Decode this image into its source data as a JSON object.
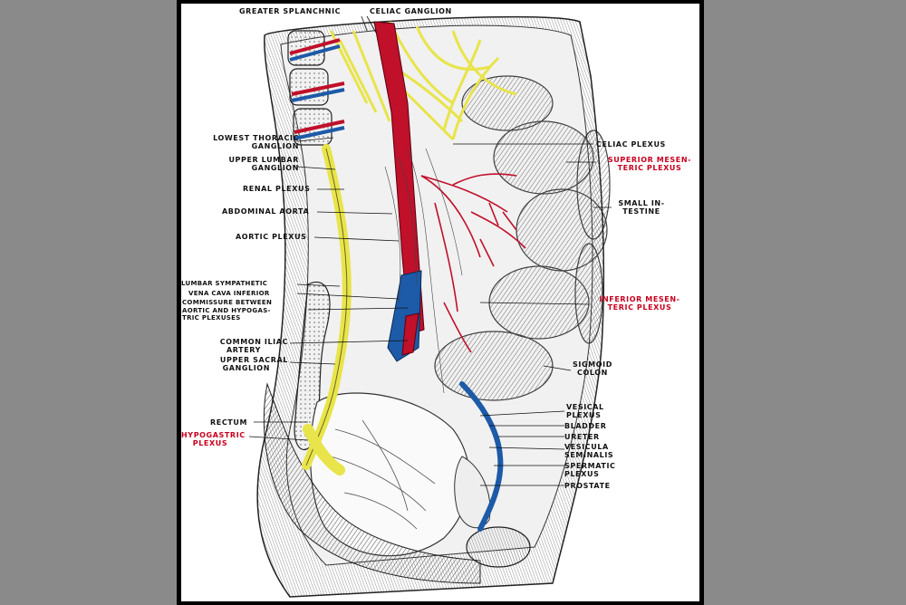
{
  "labels": {
    "greater_splanchnic": "GREATER SPLANCHNIC",
    "celiac_ganglion": "CELIAC GANGLION",
    "lowest_thoracic_ganglion": [
      "LOWEST THORACIC",
      "GANGLION"
    ],
    "upper_lumbar_ganglion": [
      "UPPER LUMBAR",
      "GANGLION"
    ],
    "renal_plexus": "RENAL PLEXUS",
    "abdominal_aorta": "ABDOMINAL AORTA",
    "aortic_plexus": "AORTIC PLEXUS",
    "lumbar_sympathetic": "LUMBAR SYMPATHETIC",
    "vena_cava_inferior": "VENA CAVA INFERIOR",
    "commissure": [
      "COMMISSURE BETWEEN",
      "AORTIC AND HYPOGAS-",
      "TRIC PLEXUSES"
    ],
    "common_iliac_artery": [
      "COMMON ILIAC",
      "ARTERY"
    ],
    "upper_sacral_ganglion": [
      "UPPER SACRAL",
      "GANGLION"
    ],
    "rectum": "RECTUM",
    "hypogastric_plexus": [
      "HYPOGASTRIC",
      "PLEXUS"
    ],
    "celiac_plexus": "CELIAC PLEXUS",
    "superior_mesenteric_plexus": [
      "SUPERIOR MESEN-",
      "TERIC PLEXUS"
    ],
    "small_intestine": [
      "SMALL IN-",
      "TESTINE"
    ],
    "inferior_mesenteric_plexus": [
      "INFERIOR MESEN-",
      "TERIC PLEXUS"
    ],
    "sigmoid_colon": [
      "SIGMOID",
      "COLON"
    ],
    "vesical_plexus": [
      "VESICAL",
      "PLEXUS"
    ],
    "bladder": "BLADDER",
    "ureter": "URETER",
    "vesicula_seminalis": [
      "VESICULA",
      "SEMINALIS"
    ],
    "spermatic_plexus": [
      "SPERMATIC",
      "PLEXUS"
    ],
    "prostate": "PROSTATE"
  },
  "colors": {
    "nerve": "#e8e44a",
    "artery": "#c0102a",
    "vein": "#1d5aa8",
    "highlight_label": "#c8001e",
    "background": "#8a8a8a"
  }
}
